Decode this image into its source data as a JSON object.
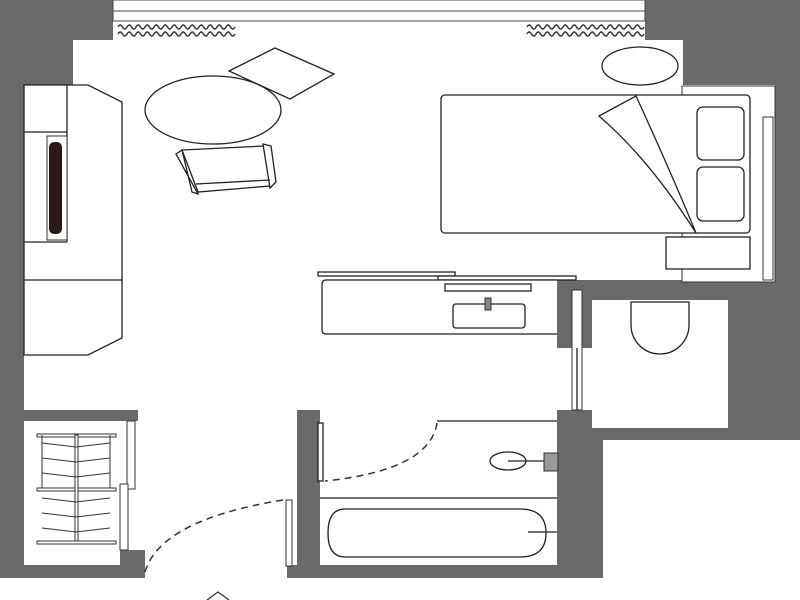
{
  "plan": {
    "type": "hotel-room-floor-plan",
    "colors": {
      "wall": "#6b6a6a",
      "floor": "#ffffff",
      "line": "#222222",
      "tv": "#2b1a1a"
    },
    "rooms": [
      "bedroom",
      "wardrobe",
      "bathroom",
      "toilet-room",
      "vanity"
    ],
    "icons": [
      "bed-icon",
      "pillow-icon",
      "armchair-icon",
      "round-table-icon",
      "side-table-icon",
      "tv-icon",
      "wardrobe-icon",
      "bathtub-icon",
      "shower-icon",
      "sink-icon",
      "toilet-icon",
      "curtain-icon",
      "entrance-arrow-icon"
    ]
  }
}
